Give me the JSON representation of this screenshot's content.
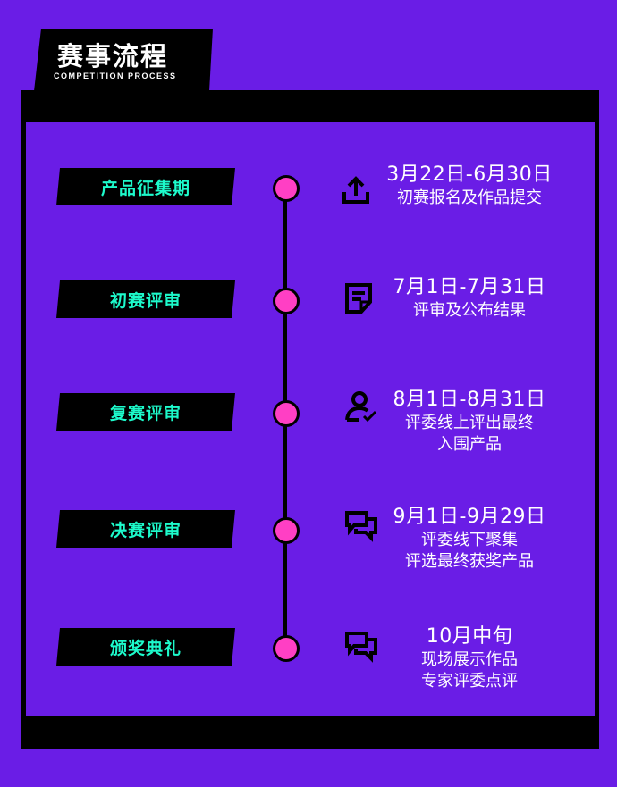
{
  "header": {
    "title": "赛事流程",
    "subtitle": "COMPETITION PROCESS"
  },
  "stages": [
    {
      "name": "产品征集期",
      "date": "3月22日-6月30日",
      "desc": [
        "初赛报名及作品提交"
      ],
      "icon": "upload-icon"
    },
    {
      "name": "初赛评审",
      "date": "7月1日-7月31日",
      "desc": [
        "评审及公布结果"
      ],
      "icon": "document-icon"
    },
    {
      "name": "复赛评审",
      "date": "8月1日-8月31日",
      "desc": [
        "评委线上评出最终",
        "入围产品"
      ],
      "icon": "user-check-icon"
    },
    {
      "name": "决赛评审",
      "date": "9月1日-9月29日",
      "desc": [
        "评委线下聚集",
        "评选最终获奖产品"
      ],
      "icon": "chat-icon"
    },
    {
      "name": "颁奖典礼",
      "date": "10月中旬",
      "desc": [
        "现场展示作品",
        "专家评委点评"
      ],
      "icon": "chat-icon"
    }
  ],
  "colors": {
    "background": "#6a1de6",
    "frame": "#000000",
    "stage_text": "#1dfacb",
    "dot": "#ff3fc4",
    "text": "#ffffff"
  }
}
